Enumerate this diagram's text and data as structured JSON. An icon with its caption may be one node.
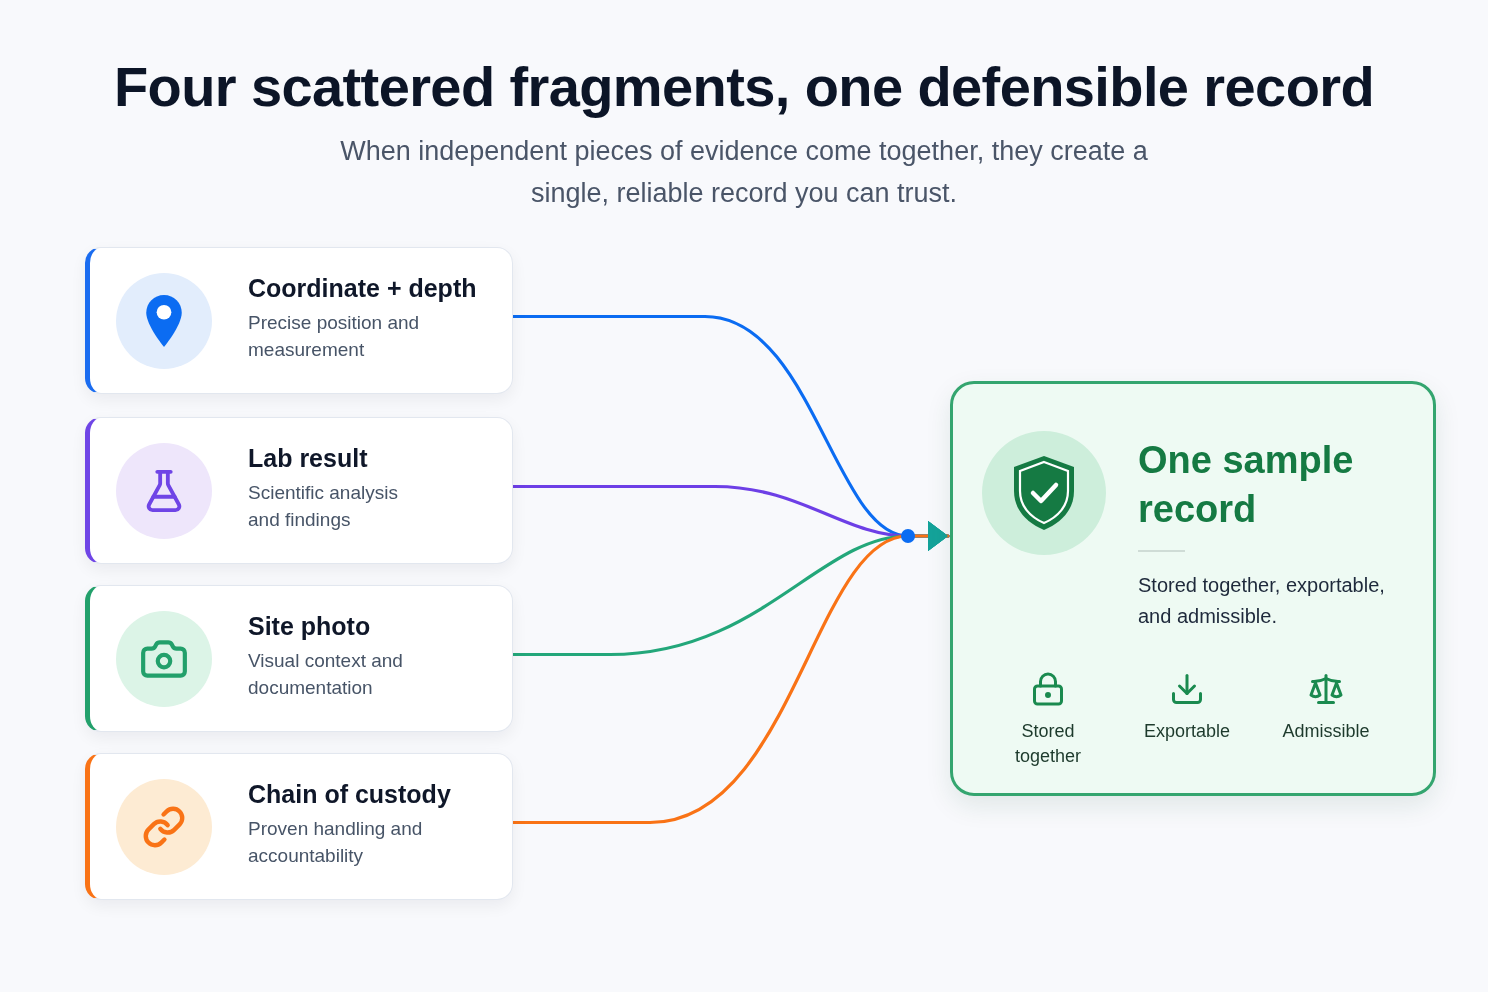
{
  "diagram": {
    "title": "Four scattered fragments, one defensible record",
    "nodes": [
      {
        "text": [
          "Coordinate + depth",
          "Precise position and measurement"
        ]
      },
      {
        "text": [
          "Lab result",
          "Scientific analysis and findings"
        ]
      },
      {
        "text": [
          "Site photo",
          "Visual context and documentation"
        ]
      },
      {
        "text": [
          "Chain of custody",
          "Proven handling and accountability"
        ]
      },
      {
        "text": [
          "One sample record",
          "Stored together, exportable, and admissible.",
          "Stored together",
          "Exportable",
          "Admissible"
        ]
      }
    ],
    "edges": [
      {
        "from": 0,
        "to": 4,
        "arrow": "to",
        "color": "#0b6cf2"
      },
      {
        "from": 1,
        "to": 4,
        "arrow": "to",
        "color": "#6d3fe6"
      },
      {
        "from": 2,
        "to": 4,
        "arrow": "to",
        "color": "#23a77a"
      },
      {
        "from": 3,
        "to": 4,
        "arrow": "to",
        "color": "#f97316"
      }
    ],
    "labels": [
      "When independent pieces of evidence come together, they create a single, reliable record you can trust."
    ]
  }
}
